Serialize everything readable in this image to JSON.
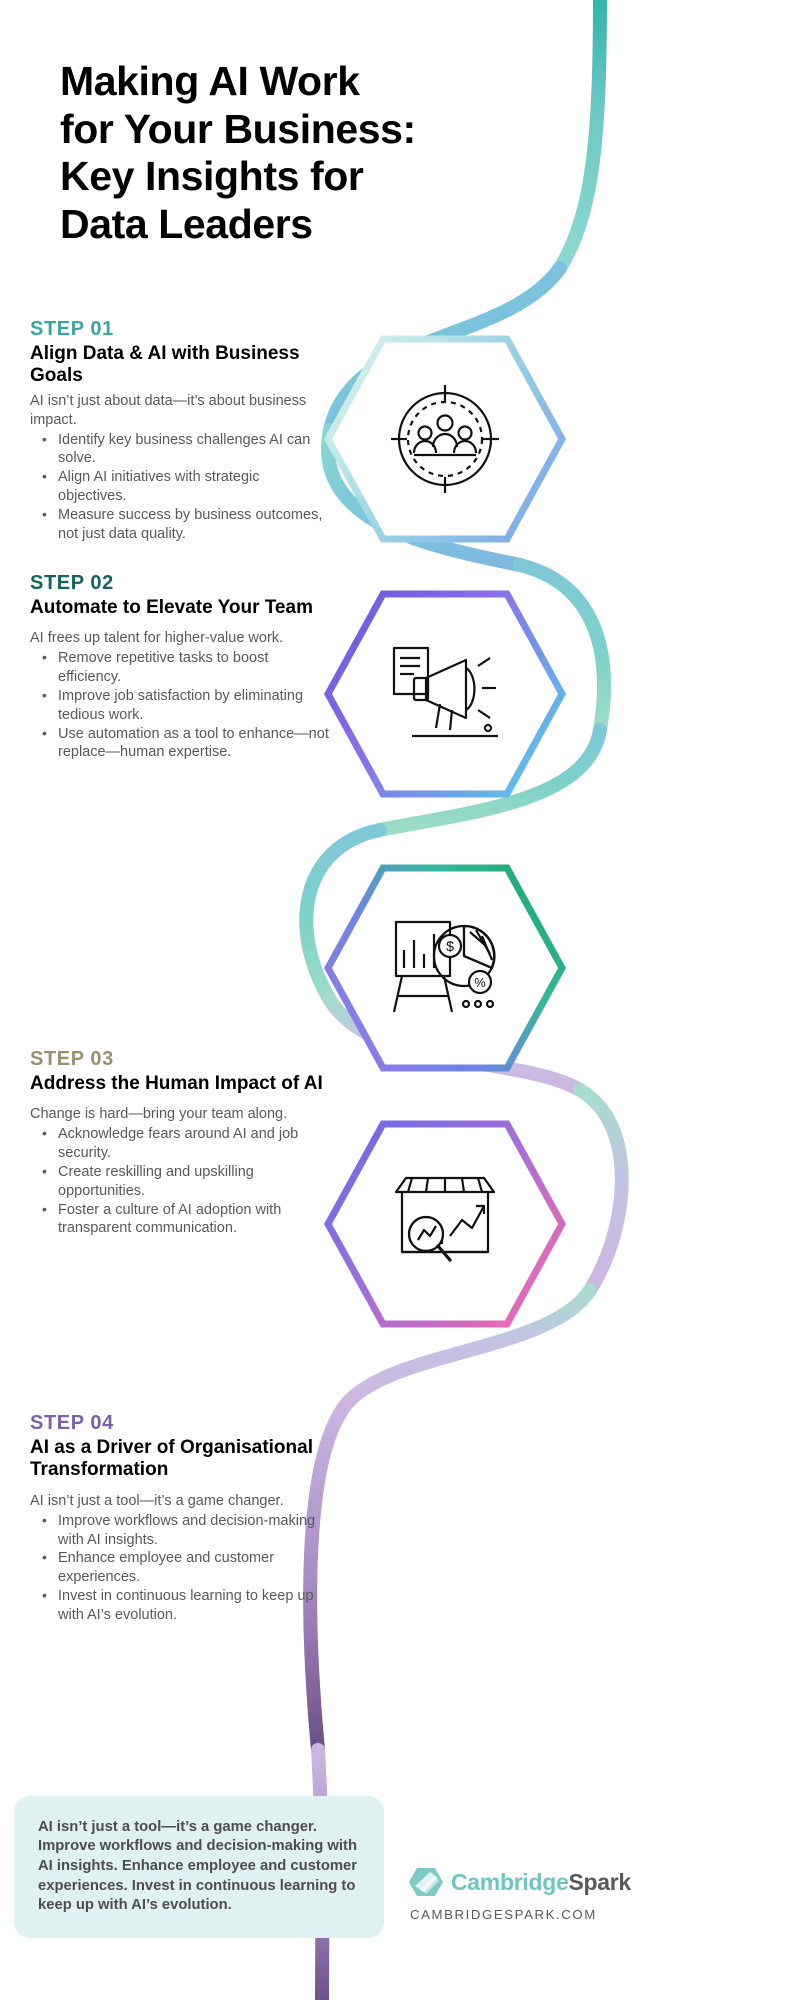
{
  "header": {
    "title_lines": [
      "Making AI Work",
      "for Your Business:",
      "Key Insights for",
      "Data Leaders"
    ],
    "title_full": "Making AI Work for Your Business: Key Insights for Data Leaders"
  },
  "colors": {
    "step01_label": "#3aa6a0",
    "step02_label": "#12645f",
    "step03_label": "#9a9170",
    "step04_label": "#7c5fa8",
    "body_text": "#58595b",
    "callout_bg": "#dff1f0",
    "callout_text": "#4d4d4f",
    "brand_teal": "#6fc5c0",
    "brand_grey": "#58595b"
  },
  "steps": [
    {
      "label": "STEP 01",
      "title": "Align Data & AI with Business Goals",
      "intro": "AI isn’t just about data—it’s about business impact.",
      "bullets": [
        "Identify key business challenges AI can solve.",
        "Align AI initiatives with strategic objectives.",
        "Measure success by business outcomes, not just data quality."
      ],
      "icon_name": "target-people-icon"
    },
    {
      "label": "STEP 02",
      "title": "Automate to Elevate Your Team",
      "intro": "AI frees up talent for higher-value work.",
      "bullets": [
        "Remove repetitive tasks to boost efficiency.",
        "Improve job satisfaction by eliminating tedious work.",
        "Use automation as a tool to enhance—not replace—human expertise."
      ],
      "icon_name": "megaphone-icon"
    },
    {
      "label": "STEP 03",
      "title": "Address the Human Impact of AI",
      "intro": "Change is hard—bring your team along.",
      "bullets": [
        "Acknowledge fears around AI and job security.",
        "Create reskilling and upskilling opportunities.",
        "Foster a culture of AI adoption with transparent communication."
      ],
      "icon_name": "pie-chart-easel-icon"
    },
    {
      "label": "STEP 04",
      "title": "AI as a Driver of Organisational Transformation",
      "intro": "AI isn’t just a tool—it’s a game changer.",
      "bullets": [
        "Improve workflows and decision-making with AI insights.",
        "Enhance employee and customer experiences.",
        "Invest in continuous learning to keep up with AI’s evolution."
      ],
      "icon_name": "storefront-analytics-icon"
    }
  ],
  "callout": {
    "text": "AI isn’t just a tool—it’s a game changer. Improve workflows and decision-making with AI insights. Enhance employee and customer experiences. Invest in continuous learning to keep up with AI’s evolution."
  },
  "brand": {
    "name_part1": "Cambridge",
    "name_part2": "Spark",
    "url": "CAMBRIDGESPARK.COM",
    "logo_icon": "cambridge-spark-logo-icon"
  }
}
